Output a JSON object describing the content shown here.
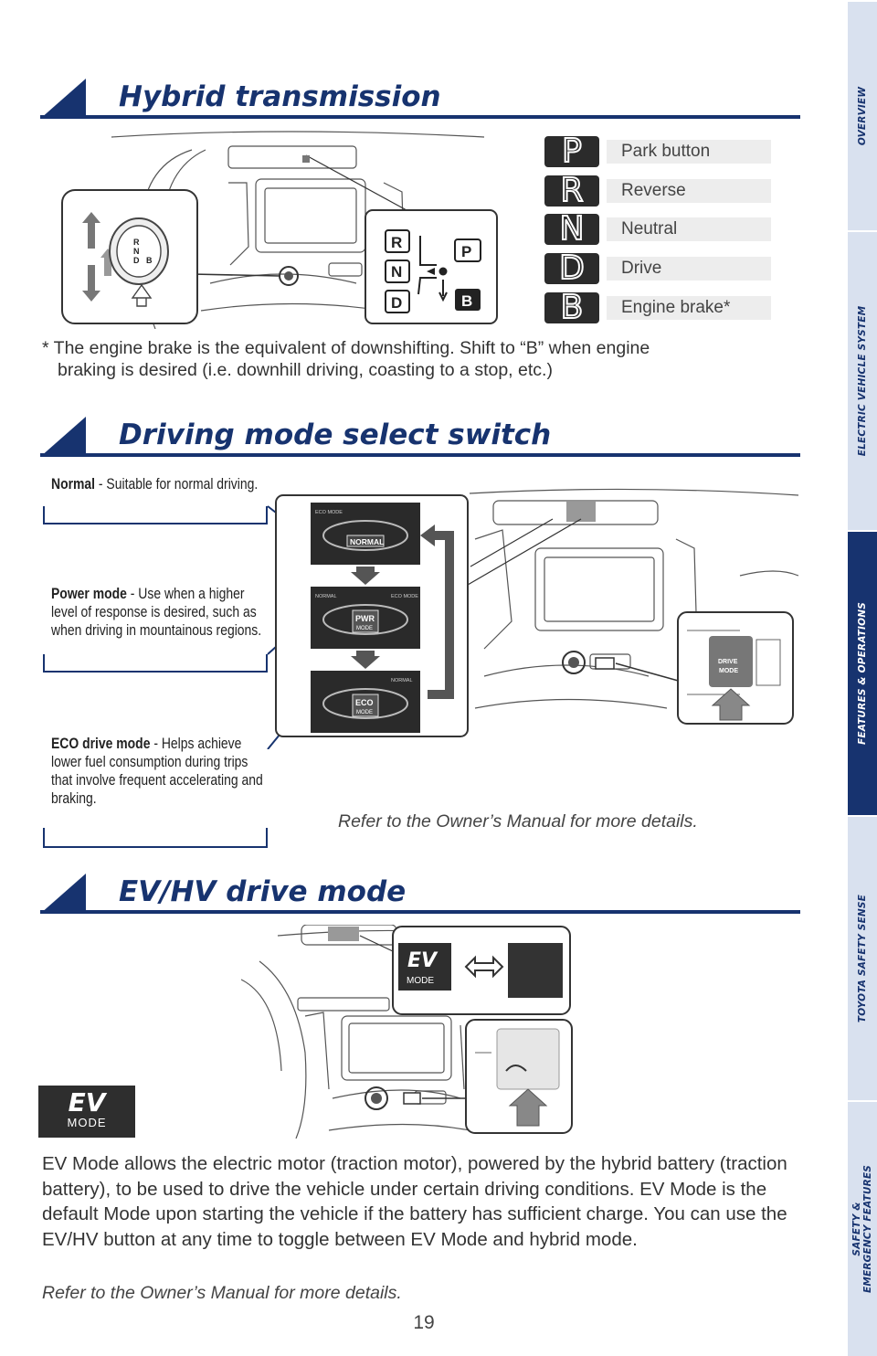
{
  "sidenav": {
    "tabs": [
      {
        "label": "OVERVIEW",
        "active": false
      },
      {
        "label": "ELECTRIC VEHICLE SYSTEM",
        "active": false
      },
      {
        "label": "FEATURES & OPERATIONS",
        "active": true
      },
      {
        "label": "TOYOTA SAFETY SENSE",
        "active": false
      },
      {
        "label": "SAFETY &",
        "label2": "EMERGENCY FEATURES",
        "active": false
      }
    ]
  },
  "hybrid": {
    "title": "Hybrid transmission",
    "gears": [
      {
        "key": "P",
        "label": "Park button"
      },
      {
        "key": "R",
        "label": "Reverse"
      },
      {
        "key": "N",
        "label": "Neutral"
      },
      {
        "key": "D",
        "label": "Drive"
      },
      {
        "key": "B",
        "label": "Engine brake*"
      }
    ],
    "shifter_keys": {
      "r": "R",
      "n": "N",
      "d": "D",
      "p": "P",
      "b": "B"
    },
    "knob_letters": {
      "r": "R",
      "n": "N",
      "d": "D",
      "b": "B"
    },
    "footnote_line1": "* The engine brake is the equivalent of downshifting. Shift to “B” when engine",
    "footnote_line2": "braking is desired (i.e. downhill driving, coasting to a stop, etc.)"
  },
  "driving_mode": {
    "title": "Driving mode select switch",
    "modes": [
      {
        "name": "Normal",
        "desc": " - Suitable for normal driving."
      },
      {
        "name": "Power mode",
        "desc": " - Use when a higher level of response is desired, such as when driving in mountainous regions."
      },
      {
        "name": "ECO drive mode",
        "desc": " - Helps achieve lower fuel consumption during trips that involve frequent accelerating and braking."
      }
    ],
    "screens": {
      "normal": {
        "center": "NORMAL",
        "left": "ECO MODE",
        "right": ""
      },
      "power": {
        "center1": "PWR",
        "center2": "MODE",
        "left": "NORMAL",
        "right": "ECO MODE"
      },
      "eco": {
        "center1": "ECO",
        "center2": "MODE",
        "left": "",
        "right": "NORMAL"
      }
    },
    "switch_label1": "DRIVE",
    "switch_label2": "MODE",
    "reference": "Refer to the Owner’s Manual for more details."
  },
  "ev_hv": {
    "title": "EV/HV drive mode",
    "badge_ev": "EV",
    "badge_mode": "MODE",
    "body": "EV Mode allows the electric motor (traction motor), powered by the hybrid battery (traction battery), to be used to drive the vehicle under certain driving conditions. EV Mode is the default Mode upon starting the vehicle if the battery has sufficient charge. You can use the EV/HV button at any time to toggle between EV Mode and hybrid mode.",
    "reference": "Refer to the Owner’s Manual for more details."
  },
  "page_number": "19",
  "colors": {
    "brand": "#17336f",
    "nav_light": "#d9e1ef",
    "key_dark": "#2b2b2b"
  }
}
